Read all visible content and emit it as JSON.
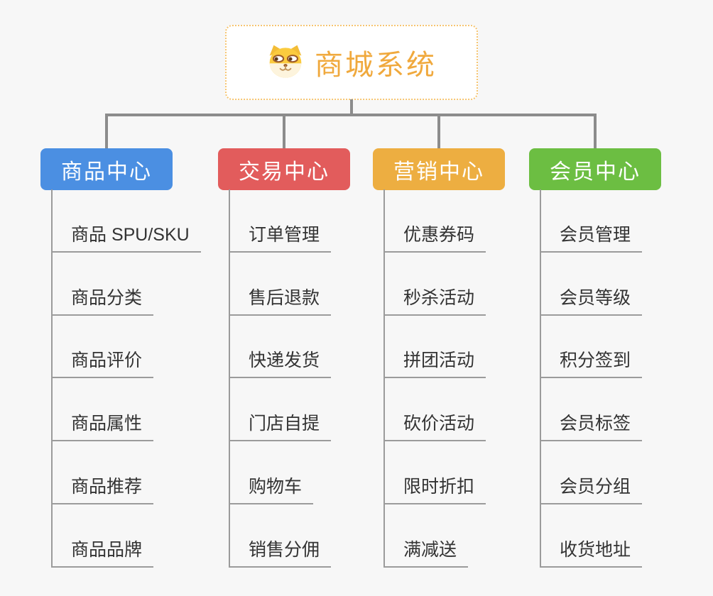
{
  "root": {
    "title": "商城系统",
    "icon": "shiba-dog-icon"
  },
  "branches": [
    {
      "label": "商品中心",
      "color": "#4b8fe2",
      "children": [
        "商品 SPU/SKU",
        "商品分类",
        "商品评价",
        "商品属性",
        "商品推荐",
        "商品品牌"
      ]
    },
    {
      "label": "交易中心",
      "color": "#e25c5c",
      "children": [
        "订单管理",
        "售后退款",
        "快递发货",
        "门店自提",
        "购物车",
        "销售分佣"
      ]
    },
    {
      "label": "营销中心",
      "color": "#edae41",
      "children": [
        "优惠券码",
        "秒杀活动",
        "拼团活动",
        "砍价活动",
        "限时折扣",
        "满减送"
      ]
    },
    {
      "label": "会员中心",
      "color": "#6cbe42",
      "children": [
        "会员管理",
        "会员等级",
        "积分签到",
        "会员标签",
        "会员分组",
        "收货地址"
      ]
    }
  ],
  "colors": {
    "background": "#f7f7f7",
    "connector": "#8c8c8c",
    "child_line": "#9b9b9b",
    "root_accent": "#f0a93d",
    "root_border": "#f6c571",
    "child_text": "#333333"
  }
}
